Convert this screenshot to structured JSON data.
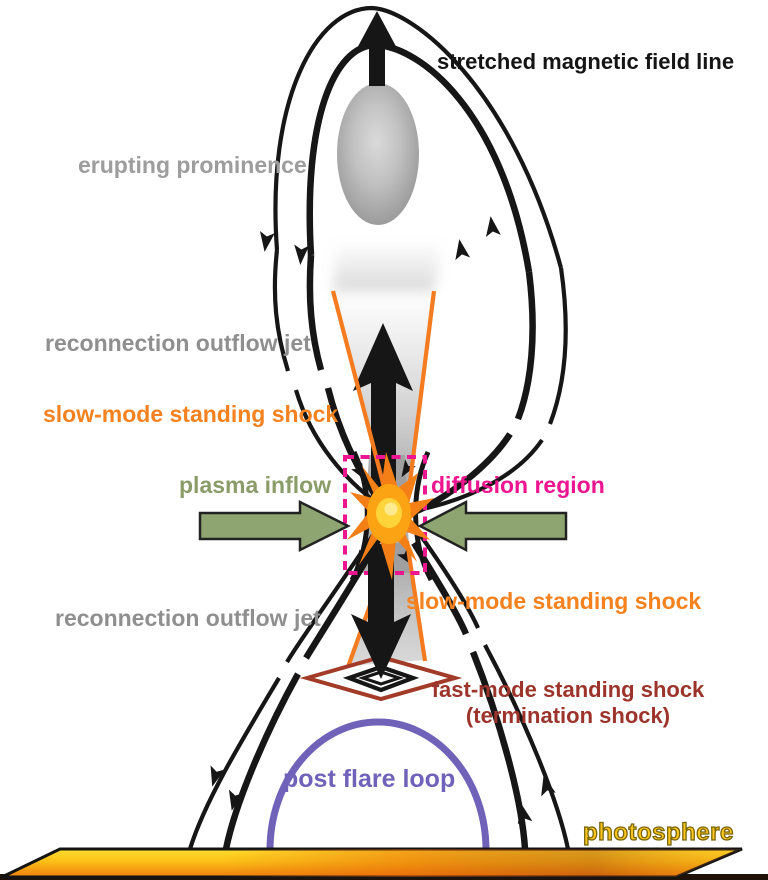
{
  "figure": {
    "title_hint": "solar flare magnetic reconnection diagram",
    "labels": {
      "stretched_magnetic_field_line": "stretched magnetic field line",
      "erupting_prominence": "erupting prominence",
      "reconnection_outflow_jet_upper": "reconnection outflow jet",
      "slow_mode_standing_shock_upper": "slow-mode standing shock",
      "plasma_inflow": "plasma inflow",
      "diffusion_region": "diffusion region",
      "slow_mode_standing_shock_lower": "slow-mode standing shock",
      "reconnection_outflow_jet_lower": "reconnection outflow jet",
      "fast_mode_standing_shock_line1": "fast-mode standing shock",
      "fast_mode_standing_shock_line2": "(termination shock)",
      "post_flare_loop": "post flare loop",
      "photosphere": "photosphere"
    },
    "colors": {
      "field_line_black": "#161616",
      "gray_label": "#8f8f8f",
      "prominence_gray": "#b0b0b0",
      "orange_shock": "#f5821f",
      "olive_inflow_arrow": "#8ea471",
      "olive_inflow_text": "#8a9c68",
      "magenta_diffusion": "#ed1690",
      "brick_fast_shock": "#a23b28",
      "fast_shock_text": "#9c342b",
      "purple_post_flare_loop": "#6f62b8",
      "photosphere_yellow": "#ffc71e",
      "photosphere_outline": "#77660a",
      "starburst_orange": "#f57f17",
      "starburst_core_yellow": "#ffd43b"
    }
  }
}
